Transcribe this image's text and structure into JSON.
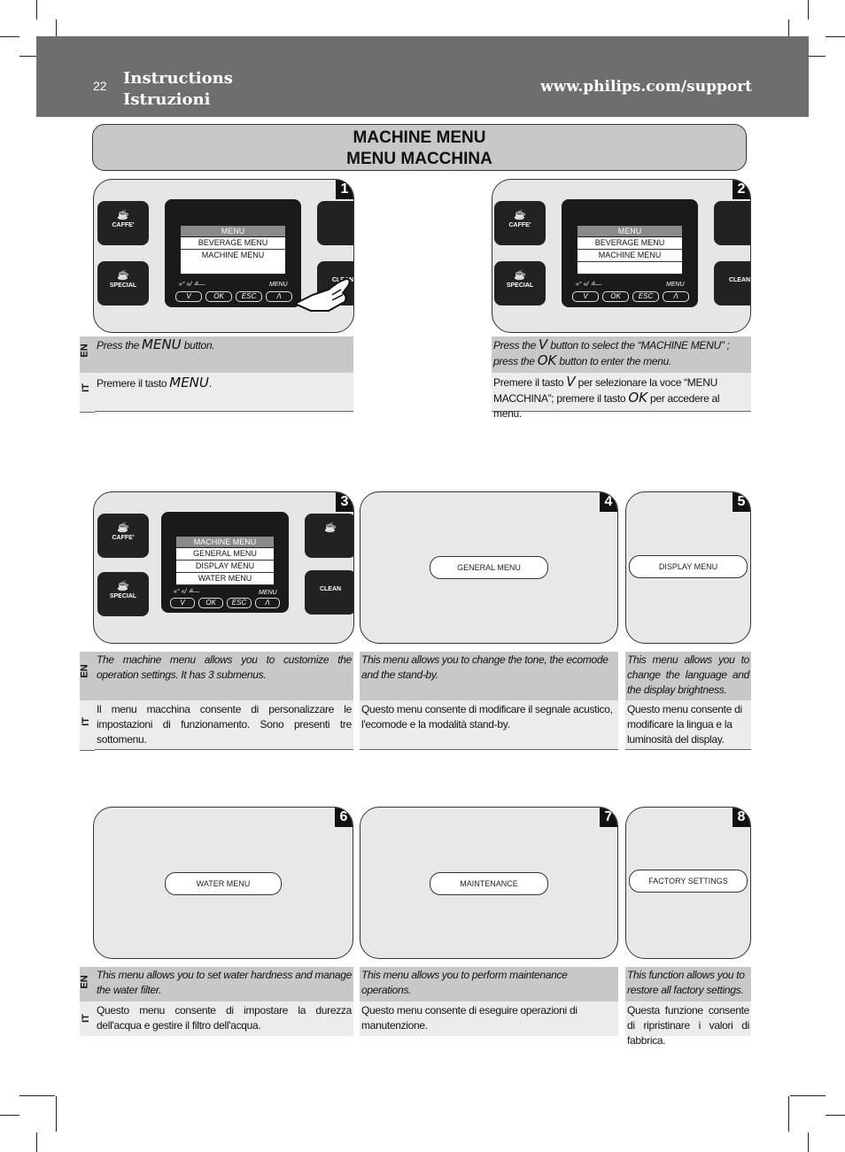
{
  "header": {
    "page_number": "22",
    "title_en": "Instructions",
    "title_it": "Istruzioni",
    "url": "www.philips.com/support"
  },
  "title": {
    "line1": "MACHINE MENU",
    "line2": "MENU MACCHINA"
  },
  "lang": {
    "en": "EN",
    "it": "IT"
  },
  "buttons": {
    "caffe": "CAFFE'",
    "special": "SPECIAL",
    "clean": "CLEAN",
    "softkeys": [
      "V",
      "OK",
      "ESC",
      "Λ"
    ],
    "softkey_menu": "MENU"
  },
  "panels": {
    "p1": {
      "number": "1",
      "menu_head": "MENU",
      "menu_items": [
        "BEVERAGE MENU",
        "MACHINE MENU"
      ],
      "en": [
        "Press the ",
        "MENU",
        " button."
      ],
      "it": [
        "Premere il tasto ",
        "MENU",
        "."
      ]
    },
    "p2": {
      "number": "2",
      "menu_head": "MENU",
      "menu_items": [
        "BEVERAGE MENU",
        "MACHINE MENU",
        ""
      ],
      "en": [
        "Press the ",
        "V",
        " button to select the “MACHINE MENU” ; press the ",
        "OK",
        " button to enter the menu."
      ],
      "it": [
        "Premere il tasto ",
        "V",
        " per selezionare la voce “MENU MACCHINA”; premere il tasto ",
        "OK",
        " per accedere al menu."
      ]
    },
    "p3": {
      "number": "3",
      "menu_head": "MACHINE MENU",
      "menu_items": [
        "GENERAL MENU",
        "DISPLAY MENU",
        "WATER MENU"
      ],
      "en": "The machine menu allows you to customize the operation settings. It has 3 submenus.",
      "it": "Il menu macchina consente di personalizzare le impostazioni di funzionamento. Sono presenti tre sottomenu."
    },
    "p4": {
      "number": "4",
      "pill": "GENERAL MENU",
      "en": "This menu allows you to change the tone, the ecomode and the stand-by.",
      "it": "Questo menu consente di modificare il segnale acustico, l'ecomode e la modalità stand-by."
    },
    "p5": {
      "number": "5",
      "pill": "DISPLAY MENU",
      "en": "This menu allows you to change the language and the display brightness.",
      "it": "Questo menu consente di modificare la lingua e la luminosità del display."
    },
    "p6": {
      "number": "6",
      "pill": "WATER MENU",
      "en": "This menu allows you to set water hardness and manage the water filter.",
      "it": "Questo menu consente di impostare la durezza dell'acqua e gestire il filtro dell'acqua."
    },
    "p7": {
      "number": "7",
      "pill": "MAINTENANCE",
      "en": "This menu allows you to perform maintenance operations.",
      "it": "Questo menu consente di eseguire operazioni di manutenzione."
    },
    "p8": {
      "number": "8",
      "pill": "FACTORY SETTINGS",
      "en": "This function allows you to restore all factory settings.",
      "it": "Questa funzione consente di ripristinare i valori di fabbrica."
    }
  }
}
